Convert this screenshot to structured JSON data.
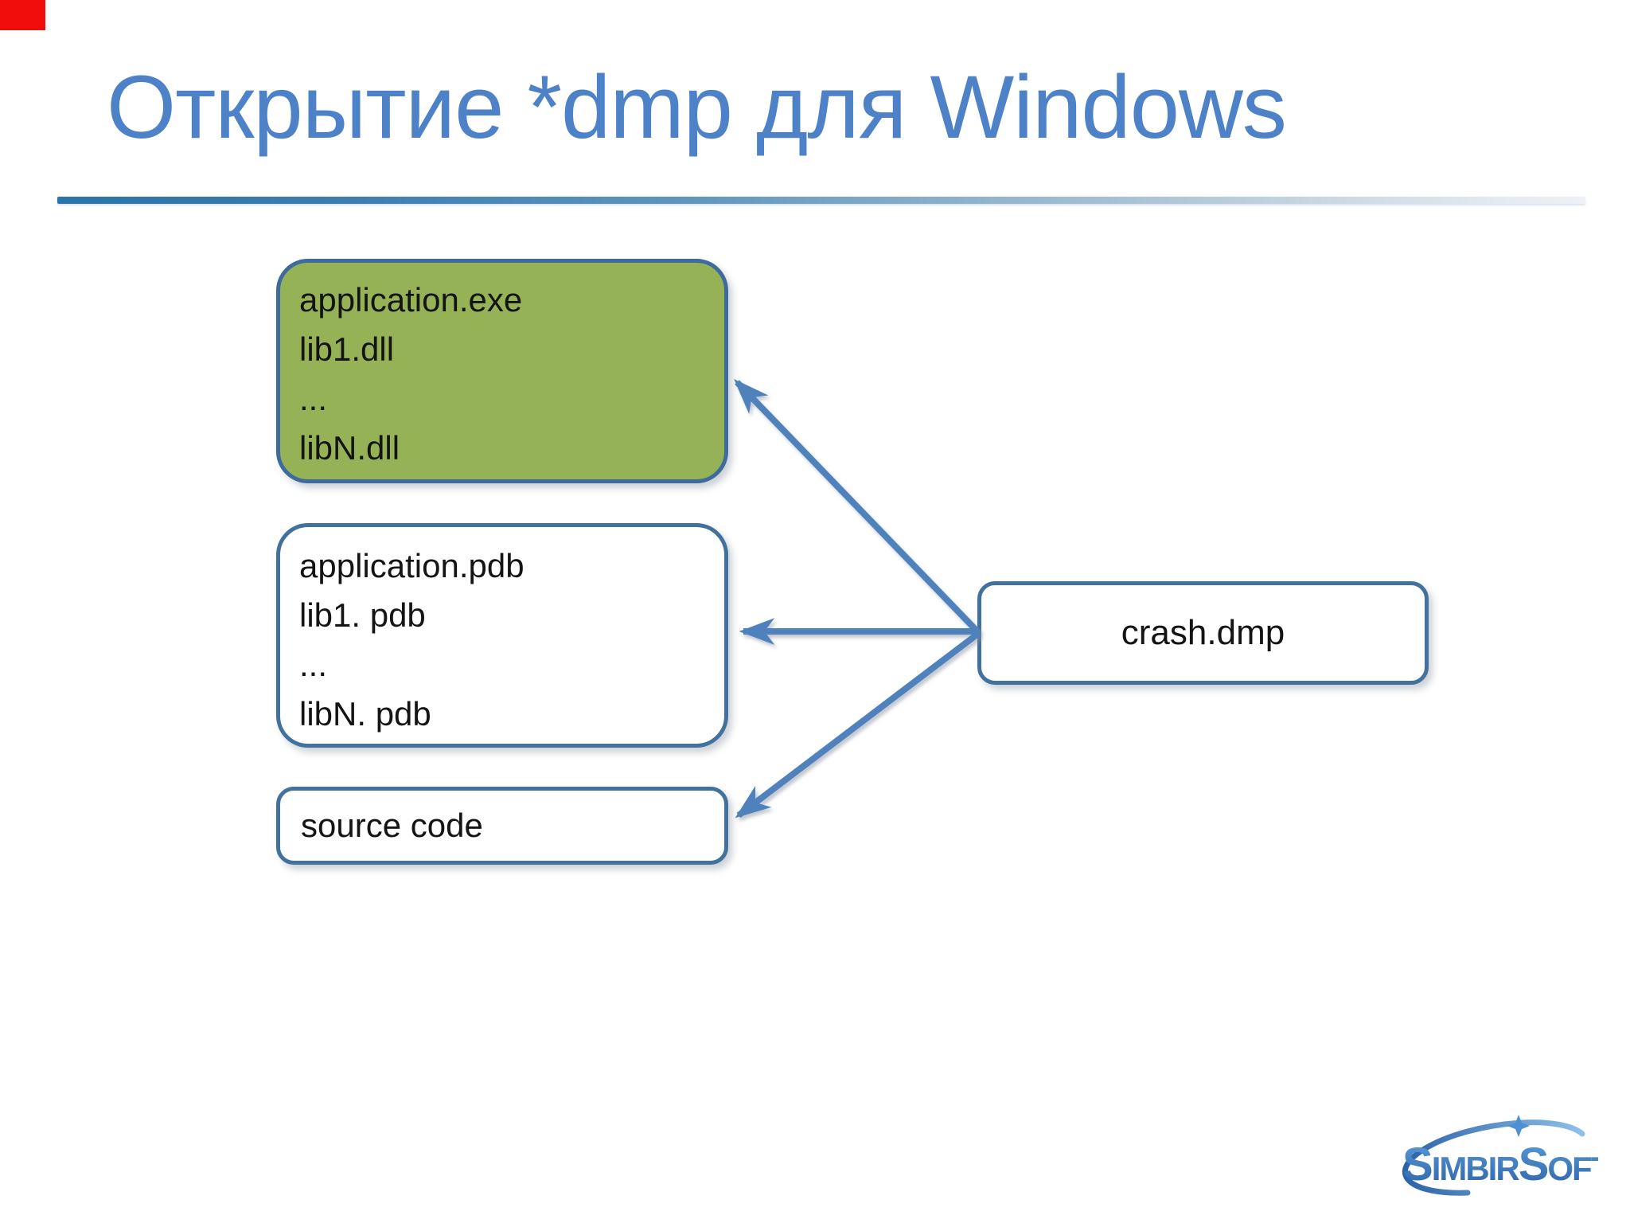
{
  "slide": {
    "title": "Открытие *dmp для Windows"
  },
  "diagram": {
    "modules_box": {
      "lines": [
        "application.exe",
        "lib1.dll",
        "...",
        "libN.dll"
      ]
    },
    "symbols_box": {
      "lines": [
        "application.pdb",
        "lib1. pdb",
        "...",
        "libN. pdb"
      ]
    },
    "source_box": {
      "label": "source code"
    },
    "dump_box": {
      "label": "crash.dmp"
    }
  },
  "logo": {
    "part1": "S",
    "part2": "IMBIR",
    "part3": "S",
    "part4": "OFT"
  },
  "colors": {
    "title_blue": "#4e82c8",
    "box_border_blue": "#41719c",
    "modules_fill_green": "#95b257",
    "arrow_blue": "#4f81bd",
    "corner_marker_red": "#f20d0d",
    "divider_start_blue": "#2b73a9",
    "logo_blue": "#2c63a8"
  }
}
